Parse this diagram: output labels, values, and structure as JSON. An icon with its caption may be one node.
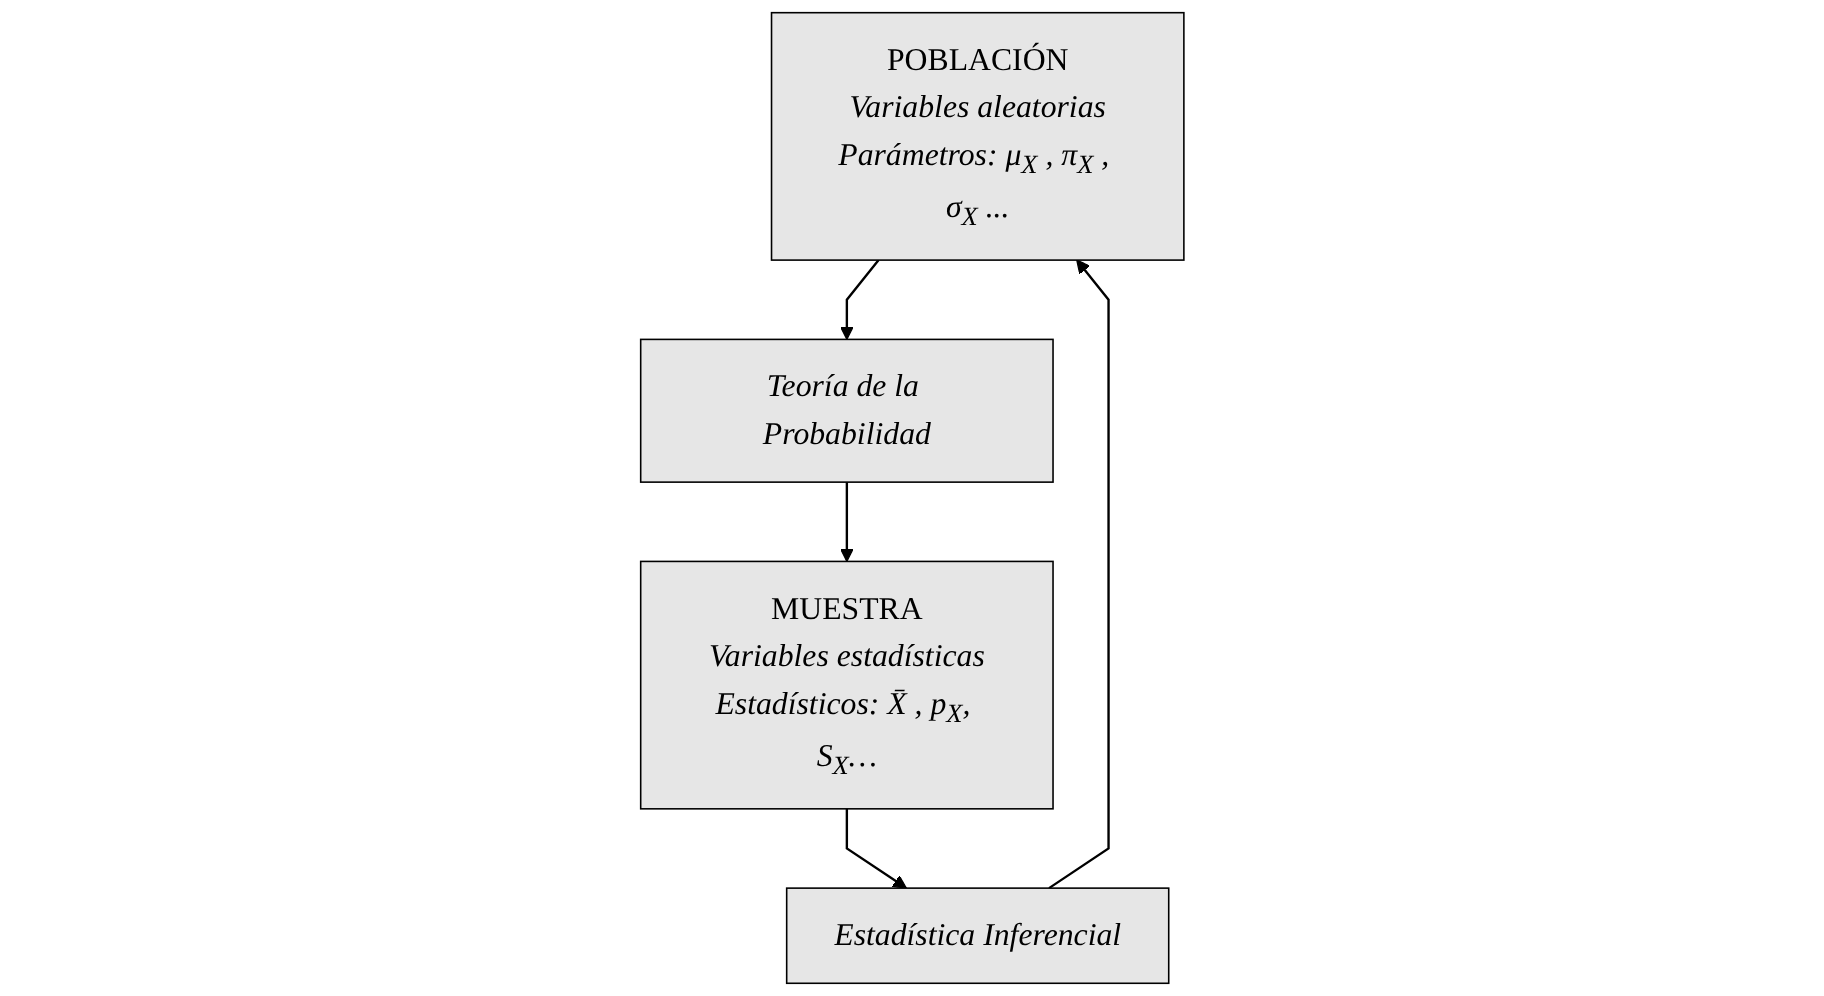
{
  "diagram": {
    "nodes": [
      {
        "text": [
          "POBLACIÓN",
          "Variables aleatorias",
          "Parámetros: μ$_{X}$ , π$_{X}$ , σ$_{X}$ ..."
        ]
      },
      {
        "text": [
          "Teoría de la Probabilidad"
        ]
      },
      {
        "text": [
          "MUESTRA",
          "Variables estadísticas",
          "Estadísticos: X̄ , p$_{X}$, S$_{X}$…"
        ]
      },
      {
        "text": [
          "Estadística Inferencial"
        ]
      }
    ],
    "edges": [
      {
        "from": 0,
        "to": 1,
        "arrow": "to"
      },
      {
        "from": 1,
        "to": 2,
        "arrow": "to"
      },
      {
        "from": 2,
        "to": 3,
        "arrow": "to"
      },
      {
        "from": 3,
        "to": 0,
        "arrow": "to"
      }
    ]
  }
}
